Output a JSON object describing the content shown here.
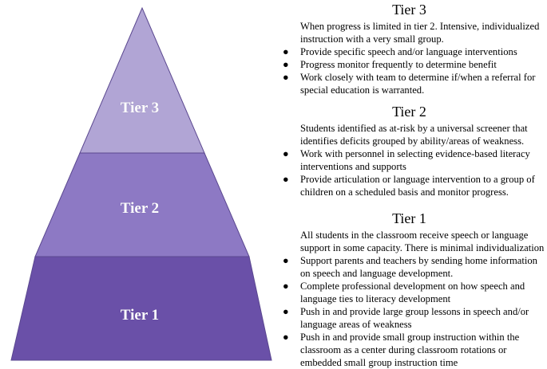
{
  "colors": {
    "tier3_fill": "#b1a5d5",
    "tier2_fill": "#8d79c4",
    "tier1_fill": "#6a50a8",
    "stroke": "#5a478f"
  },
  "pyramid": {
    "tier3_label": "Tier 3",
    "tier2_label": "Tier 2",
    "tier1_label": "Tier 1"
  },
  "sections": {
    "tier3": {
      "title": "Tier 3",
      "intro": "When progress is limited in tier 2. Intensive, individualized instruction with a very small group.",
      "bullets": [
        "Provide specific speech and/or language interventions",
        "Progress monitor frequently to determine benefit",
        "Work closely with team to determine if/when a referral for special education is warranted."
      ]
    },
    "tier2": {
      "title": "Tier 2",
      "intro": "Students identified as at-risk by a universal screener that identifies deficits grouped by ability/areas of weakness.",
      "bullets": [
        "Work with personnel in selecting evidence-based literacy interventions and supports",
        "Provide articulation or language intervention to a group of children on a scheduled basis and monitor progress."
      ]
    },
    "tier1": {
      "title": "Tier 1",
      "intro": "All students in the classroom receive speech or language support in some capacity. There is minimal individualization",
      "bullets": [
        "Support parents and teachers by sending home information on speech and language development.",
        "Complete professional development on how speech and language ties to literacy development",
        "Push in and provide large group lessons in speech and/or language areas of weakness",
        "Push in and provide small group instruction within the classroom as a center during classroom rotations or embedded small group instruction time"
      ]
    }
  }
}
